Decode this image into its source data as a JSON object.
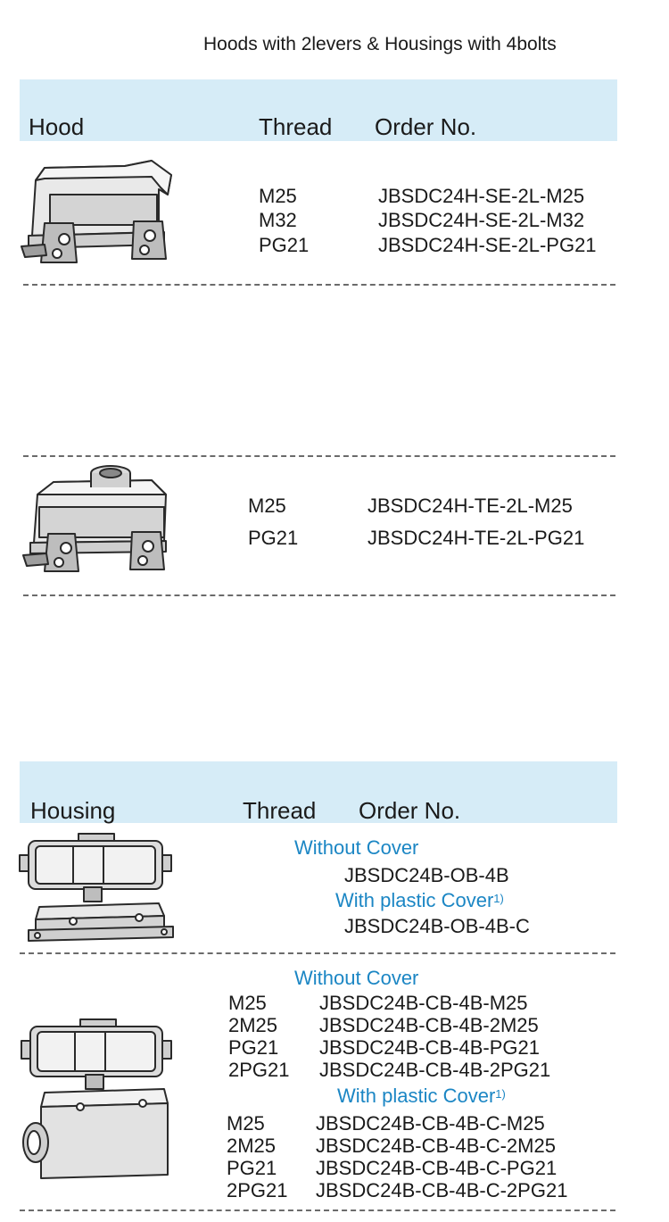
{
  "page_title": "Hoods with 2levers & Housings with 4bolts",
  "hood_table": {
    "col_hood": "Hood",
    "col_thread": "Thread",
    "col_order": "Order No."
  },
  "hood_rows_se": [
    {
      "thread": "M25",
      "order": "JBSDC24H-SE-2L-M25"
    },
    {
      "thread": "M32",
      "order": "JBSDC24H-SE-2L-M32"
    },
    {
      "thread": "PG21",
      "order": "JBSDC24H-SE-2L-PG21"
    }
  ],
  "hood_rows_te": [
    {
      "thread": "M25",
      "order": "JBSDC24H-TE-2L-M25"
    },
    {
      "thread": "PG21",
      "order": "JBSDC24H-TE-2L-PG21"
    }
  ],
  "housing_table": {
    "col_housing": "Housing",
    "col_thread": "Thread",
    "col_order": "Order No."
  },
  "housing_ob": {
    "without_cover": "Without Cover",
    "order_no_cover": "JBSDC24B-OB-4B",
    "with_cover": "With plastic Cover",
    "footnote": "1)",
    "order_with_cover": "JBSDC24B-OB-4B-C"
  },
  "housing_cb": {
    "without_cover": "Without Cover",
    "rows_no_cover": [
      {
        "thread": "M25",
        "order": "JBSDC24B-CB-4B-M25"
      },
      {
        "thread": "2M25",
        "order": "JBSDC24B-CB-4B-2M25"
      },
      {
        "thread": "PG21",
        "order": "JBSDC24B-CB-4B-PG21"
      },
      {
        "thread": "2PG21",
        "order": "JBSDC24B-CB-4B-2PG21"
      }
    ],
    "with_cover": "With plastic Cover",
    "footnote": "1)",
    "rows_with_cover": [
      {
        "thread": "M25",
        "order": "JBSDC24B-CB-4B-C-M25"
      },
      {
        "thread": "2M25",
        "order": "JBSDC24B-CB-4B-C-2M25"
      },
      {
        "thread": "PG21",
        "order": "JBSDC24B-CB-4B-C-PG21"
      },
      {
        "thread": "2PG21",
        "order": "JBSDC24B-CB-4B-C-2PG21"
      }
    ]
  },
  "colors": {
    "header_band": "#d6ecf7",
    "accent_blue": "#1b86c4"
  },
  "icons": [
    "hood-side-entry-icon",
    "hood-top-entry-icon",
    "housing-open-bulkhead-icon",
    "housing-closed-bottom-icon"
  ]
}
